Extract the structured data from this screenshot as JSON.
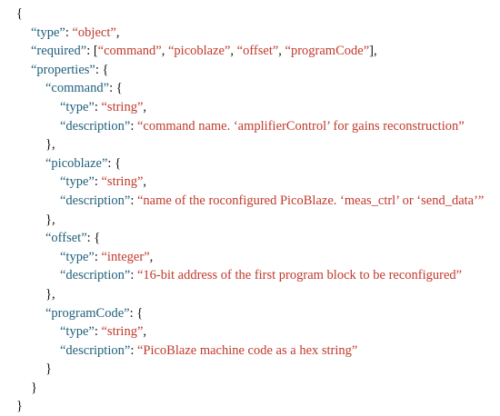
{
  "colors": {
    "key": "#1f5f7a",
    "string": "#c0392b",
    "punct": "#111111"
  },
  "lines": [
    {
      "indent": 0,
      "tokens": [
        {
          "t": "p",
          "v": "{"
        }
      ]
    },
    {
      "indent": 1,
      "tokens": [
        {
          "t": "k",
          "v": "“type”"
        },
        {
          "t": "p",
          "v": ": "
        },
        {
          "t": "s",
          "v": "“object”"
        },
        {
          "t": "p",
          "v": ","
        }
      ]
    },
    {
      "indent": 1,
      "tokens": [
        {
          "t": "k",
          "v": "“required”"
        },
        {
          "t": "p",
          "v": ": ["
        },
        {
          "t": "s",
          "v": "“command”"
        },
        {
          "t": "p",
          "v": ", "
        },
        {
          "t": "s",
          "v": "“picoblaze”"
        },
        {
          "t": "p",
          "v": ", "
        },
        {
          "t": "s",
          "v": "“offset”"
        },
        {
          "t": "p",
          "v": ", "
        },
        {
          "t": "s",
          "v": "“programCode”"
        },
        {
          "t": "p",
          "v": "],"
        }
      ]
    },
    {
      "indent": 1,
      "tokens": [
        {
          "t": "k",
          "v": "“properties”"
        },
        {
          "t": "p",
          "v": ": {"
        }
      ]
    },
    {
      "indent": 2,
      "tokens": [
        {
          "t": "k",
          "v": "“command”"
        },
        {
          "t": "p",
          "v": ": {"
        }
      ]
    },
    {
      "indent": 3,
      "tokens": [
        {
          "t": "k",
          "v": "“type”"
        },
        {
          "t": "p",
          "v": ": "
        },
        {
          "t": "s",
          "v": "“string”"
        },
        {
          "t": "p",
          "v": ","
        }
      ]
    },
    {
      "indent": 3,
      "tokens": [
        {
          "t": "k",
          "v": "“description”"
        },
        {
          "t": "p",
          "v": ": "
        },
        {
          "t": "s",
          "v": "“command name. ‘amplifierControl’ for gains reconstruction”"
        }
      ]
    },
    {
      "indent": 2,
      "tokens": [
        {
          "t": "p",
          "v": "},"
        }
      ]
    },
    {
      "indent": 2,
      "tokens": [
        {
          "t": "k",
          "v": "“picoblaze”"
        },
        {
          "t": "p",
          "v": ": {"
        }
      ]
    },
    {
      "indent": 3,
      "tokens": [
        {
          "t": "k",
          "v": "“type”"
        },
        {
          "t": "p",
          "v": ": "
        },
        {
          "t": "s",
          "v": "“string”"
        },
        {
          "t": "p",
          "v": ","
        }
      ]
    },
    {
      "indent": 3,
      "tokens": [
        {
          "t": "k",
          "v": "“description”"
        },
        {
          "t": "p",
          "v": ": "
        },
        {
          "t": "s",
          "v": "“name of the roconfigured PicoBlaze. ‘meas_ctrl’ or ‘send_data’”"
        }
      ]
    },
    {
      "indent": 2,
      "tokens": [
        {
          "t": "p",
          "v": "},"
        }
      ]
    },
    {
      "indent": 2,
      "tokens": [
        {
          "t": "k",
          "v": "“offset”"
        },
        {
          "t": "p",
          "v": ": {"
        }
      ]
    },
    {
      "indent": 3,
      "tokens": [
        {
          "t": "k",
          "v": "“type”"
        },
        {
          "t": "p",
          "v": ": "
        },
        {
          "t": "s",
          "v": "“integer”"
        },
        {
          "t": "p",
          "v": ","
        }
      ]
    },
    {
      "indent": 3,
      "tokens": [
        {
          "t": "k",
          "v": "“description”"
        },
        {
          "t": "p",
          "v": ": "
        },
        {
          "t": "s",
          "v": "“16-bit address of the first program block to be reconfigured”"
        }
      ]
    },
    {
      "indent": 2,
      "tokens": [
        {
          "t": "p",
          "v": "},"
        }
      ]
    },
    {
      "indent": 2,
      "tokens": [
        {
          "t": "k",
          "v": "“programCode”"
        },
        {
          "t": "p",
          "v": ": {"
        }
      ]
    },
    {
      "indent": 3,
      "tokens": [
        {
          "t": "k",
          "v": "“type”"
        },
        {
          "t": "p",
          "v": ": "
        },
        {
          "t": "s",
          "v": "“string”"
        },
        {
          "t": "p",
          "v": ","
        }
      ]
    },
    {
      "indent": 3,
      "tokens": [
        {
          "t": "k",
          "v": "“description”"
        },
        {
          "t": "p",
          "v": ": "
        },
        {
          "t": "s",
          "v": "“PicoBlaze machine code as a hex string”"
        }
      ]
    },
    {
      "indent": 2,
      "tokens": [
        {
          "t": "p",
          "v": "}"
        }
      ]
    },
    {
      "indent": 1,
      "tokens": [
        {
          "t": "p",
          "v": "}"
        }
      ]
    },
    {
      "indent": 0,
      "tokens": [
        {
          "t": "p",
          "v": "}"
        }
      ]
    }
  ]
}
